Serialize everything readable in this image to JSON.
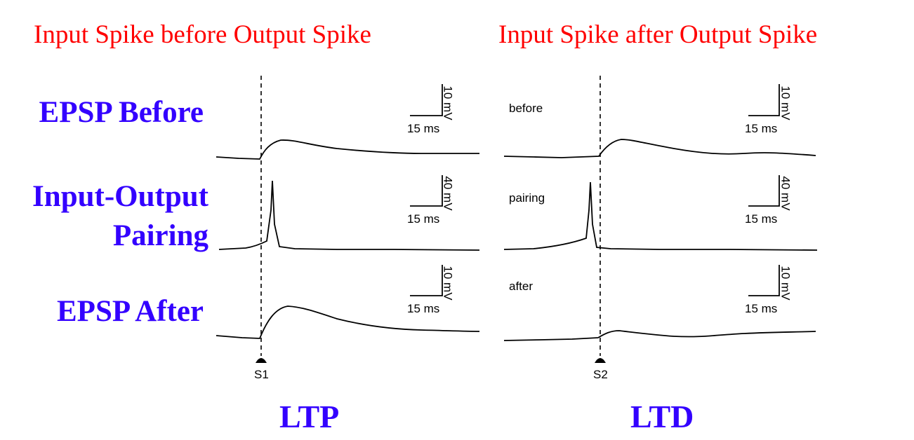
{
  "headers": {
    "left": "Input Spike before Output Spike",
    "right": "Input Spike after Output Spike"
  },
  "rows": {
    "epsp_before": "EPSP Before",
    "pairing_line1": "Input-Output",
    "pairing_line2": "Pairing",
    "epsp_after": "EPSP After"
  },
  "trace_labels": {
    "before": "before",
    "pairing": "pairing",
    "after": "after"
  },
  "scale_bars": {
    "time": "15 ms",
    "v_small": "10 mV",
    "v_large": "40 mV"
  },
  "stimuli": {
    "left": "S1",
    "right": "S2"
  },
  "outcomes": {
    "left": "LTP",
    "right": "LTD"
  },
  "colors": {
    "header": "#ff0000",
    "row_label": "#3300ff",
    "trace": "#000000"
  }
}
